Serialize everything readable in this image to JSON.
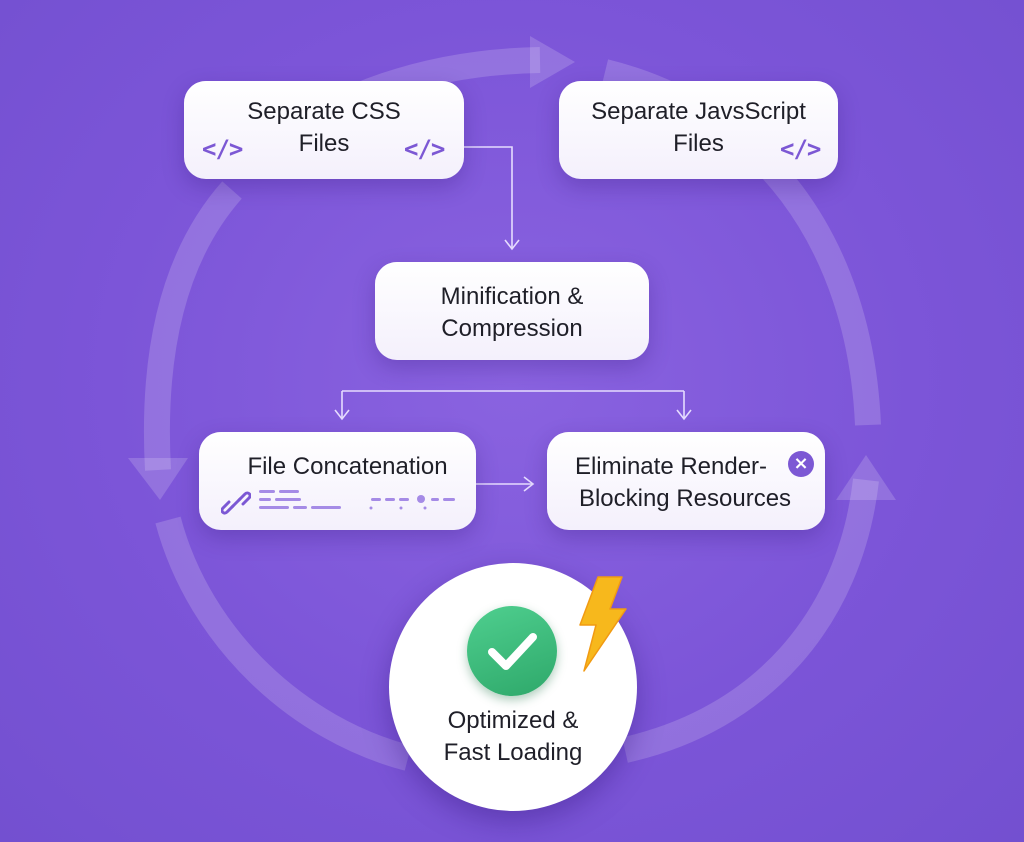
{
  "nodes": {
    "css_files": {
      "line1": "Separate CSS",
      "line2": "Files",
      "icon_left": "</>",
      "icon_right": "</>"
    },
    "js_files": {
      "line1": "Separate JavsScript",
      "line2": "Files",
      "icon": "</>"
    },
    "minification": {
      "line1": "Minification &",
      "line2": "Compression"
    },
    "concatenation": {
      "line1": "File Concatenation"
    },
    "render_blocking": {
      "line1": "Eliminate Render-",
      "line2": "Blocking Resources",
      "icon": "×"
    },
    "final": {
      "line1": "Optimized &",
      "line2": "Fast Loading"
    }
  },
  "icons": [
    "code-icon",
    "link-icon",
    "close-icon",
    "check-icon",
    "lightning-icon"
  ],
  "colors": {
    "background": "#7c55d8",
    "card": "#ffffff",
    "accent": "#7c58d4",
    "success": "#2ea86a",
    "lightning": "#f7b81c"
  }
}
